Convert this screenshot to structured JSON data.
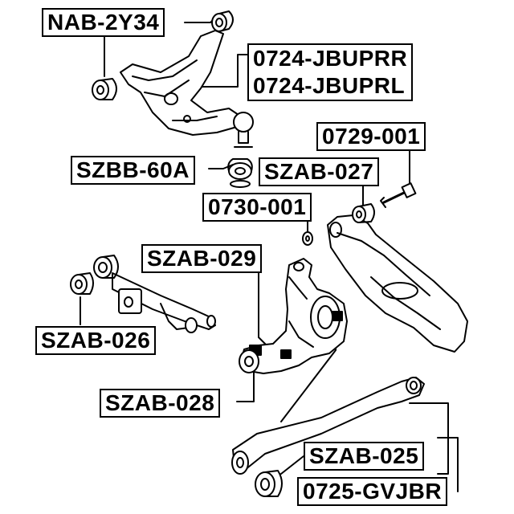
{
  "labels": {
    "nab_2y34": "NAB-2Y34",
    "jbuprr": "0724-JBUPRR",
    "jbuprl": "0724-JBUPRL",
    "szbb_60a": "SZBB-60A",
    "n0729_001": "0729-001",
    "szab_027": "SZAB-027",
    "n0730_001": "0730-001",
    "szab_029": "SZAB-029",
    "szab_026": "SZAB-026",
    "szab_028": "SZAB-028",
    "szab_025": "SZAB-025",
    "gvjbr": "0725-GVJBR"
  },
  "colors": {
    "line": "#000000",
    "part_fill": "#ffffff"
  }
}
